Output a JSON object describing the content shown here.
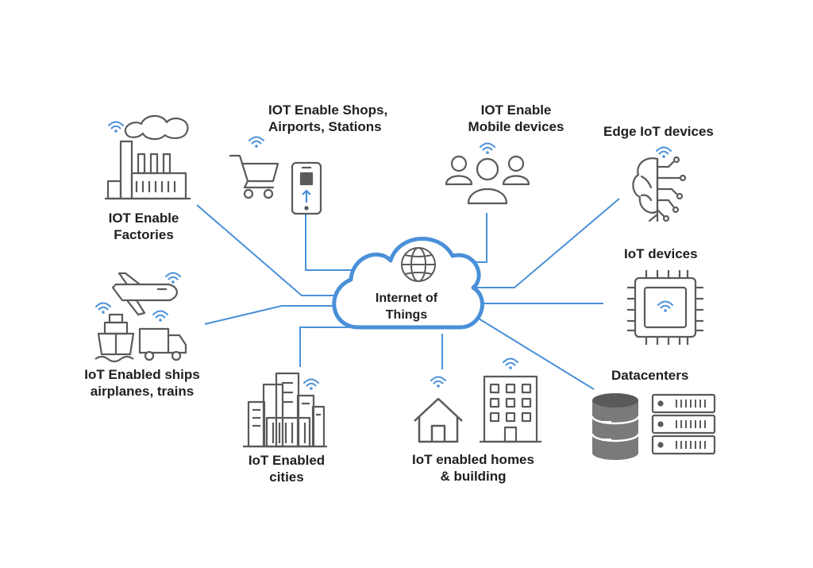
{
  "hub": {
    "lines": [
      "Internet of",
      "Things"
    ]
  },
  "nodes": {
    "factories": {
      "lines": [
        "IOT Enable",
        "Factories"
      ]
    },
    "shops": {
      "lines": [
        "IOT Enable Shops,",
        "Airports, Stations"
      ]
    },
    "mobile": {
      "lines": [
        "IOT Enable",
        "Mobile devices"
      ]
    },
    "edge": {
      "lines": [
        "Edge IoT devices"
      ]
    },
    "iot_devices": {
      "lines": [
        "IoT devices"
      ]
    },
    "datacenters": {
      "lines": [
        "Datacenters"
      ]
    },
    "homes": {
      "lines": [
        "IoT enabled homes",
        "& building"
      ]
    },
    "cities": {
      "lines": [
        "IoT Enabled",
        "cities"
      ]
    },
    "transport": {
      "lines": [
        "IoT Enabled ships",
        "airplanes, trains"
      ]
    }
  },
  "icons": {
    "hub": "globe-icon",
    "factories": "factory-icon",
    "shops": [
      "shopping-cart-icon",
      "smartphone-icon"
    ],
    "mobile": "users-icon",
    "edge": "brain-circuit-icon",
    "iot_devices": "chip-icon",
    "datacenters": [
      "database-icon",
      "server-rack-icon"
    ],
    "homes": [
      "house-icon",
      "office-building-icon"
    ],
    "cities": "city-skyline-icon",
    "transport": [
      "airplane-icon",
      "ship-icon",
      "truck-icon"
    ],
    "signal": "wifi-signal-icon"
  },
  "colors": {
    "accent": "#4a90d9",
    "icon_stroke": "#5a5a5a",
    "text": "#1f1f1f"
  }
}
